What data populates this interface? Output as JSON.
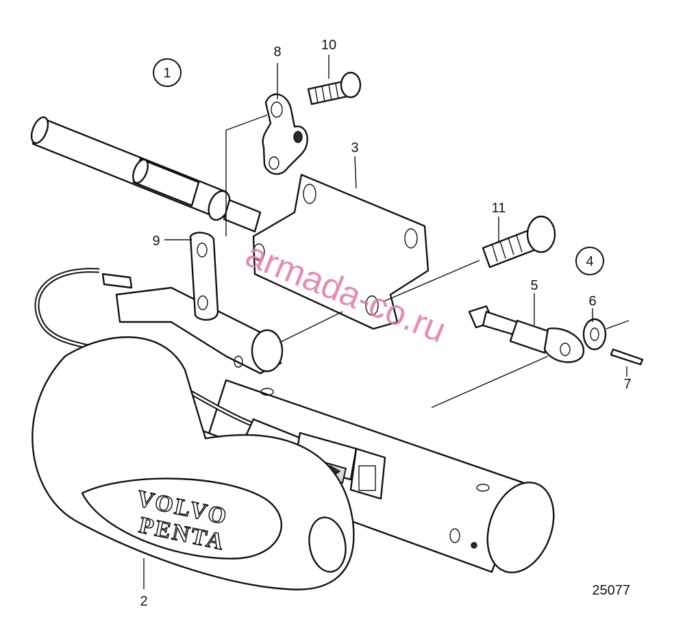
{
  "callouts": {
    "c1": "1",
    "c2": "2",
    "c3": "3",
    "c4": "4",
    "c5": "5",
    "c6": "6",
    "c7": "7",
    "c8": "8",
    "c9": "9",
    "c10": "10",
    "c11": "11"
  },
  "figure_number": "25077",
  "logo": {
    "line1": "VOLVO",
    "line2": "PENTA"
  },
  "watermark": "armada-co.ru"
}
